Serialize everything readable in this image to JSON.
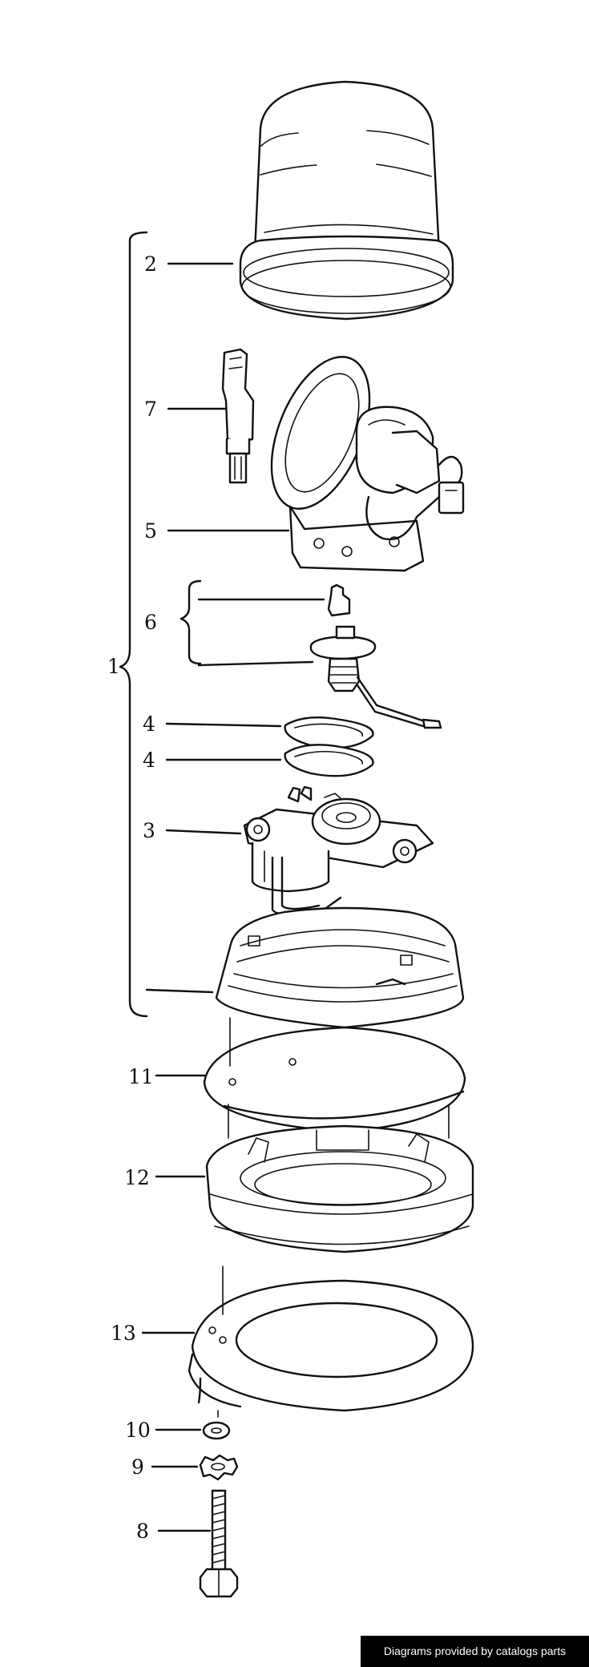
{
  "callouts": [
    {
      "id": "1",
      "label": "1"
    },
    {
      "id": "2",
      "label": "2"
    },
    {
      "id": "7",
      "label": "7"
    },
    {
      "id": "5",
      "label": "5"
    },
    {
      "id": "6",
      "label": "6"
    },
    {
      "id": "4a",
      "label": "4"
    },
    {
      "id": "4b",
      "label": "4"
    },
    {
      "id": "3",
      "label": "3"
    },
    {
      "id": "11",
      "label": "11"
    },
    {
      "id": "12",
      "label": "12"
    },
    {
      "id": "13",
      "label": "13"
    },
    {
      "id": "10",
      "label": "10"
    },
    {
      "id": "9",
      "label": "9"
    },
    {
      "id": "8",
      "label": "8"
    }
  ],
  "footer": {
    "credit": "Diagrams provided by catalogs parts"
  }
}
